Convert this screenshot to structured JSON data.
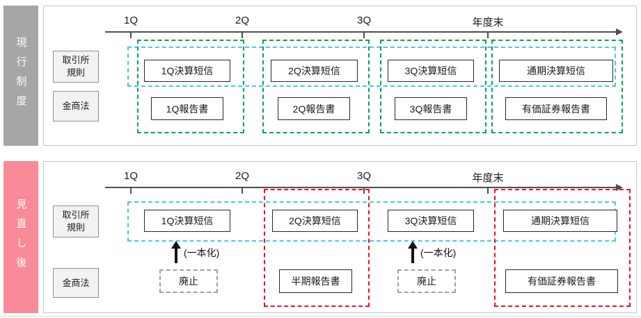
{
  "panels": [
    {
      "side_label": "現行制度",
      "timeline": [
        "1Q",
        "2Q",
        "3Q",
        "年度末"
      ],
      "row_labels": {
        "exchange": "取引所\n規則",
        "law": "金商法"
      },
      "exchange_items": [
        "1Q決算短信",
        "2Q決算短信",
        "3Q決算短信",
        "通期決算短信"
      ],
      "law_items": [
        "1Q報告書",
        "2Q報告書",
        "3Q報告書",
        "有価証券報告書"
      ]
    },
    {
      "side_label": "見直し後",
      "timeline": [
        "1Q",
        "2Q",
        "3Q",
        "年度末"
      ],
      "row_labels": {
        "exchange": "取引所\n規則",
        "law": "金商法"
      },
      "exchange_items": [
        "1Q決算短信",
        "2Q決算短信",
        "3Q決算短信",
        "通期決算短信"
      ],
      "law_items": [
        "廃止",
        "半期報告書",
        "廃止",
        "有価証券報告書"
      ],
      "annotations": [
        "(一本化)",
        "(一本化)"
      ]
    }
  ],
  "colors": {
    "current_side_bg": "#a6a6a6",
    "revised_side_bg": "#f98b98",
    "exchange_row_highlight": "#44c8f0",
    "quarter_pair_highlight": "#00a651",
    "unified_highlight": "#e8131d",
    "abolished_border": "#a0a0a0"
  }
}
